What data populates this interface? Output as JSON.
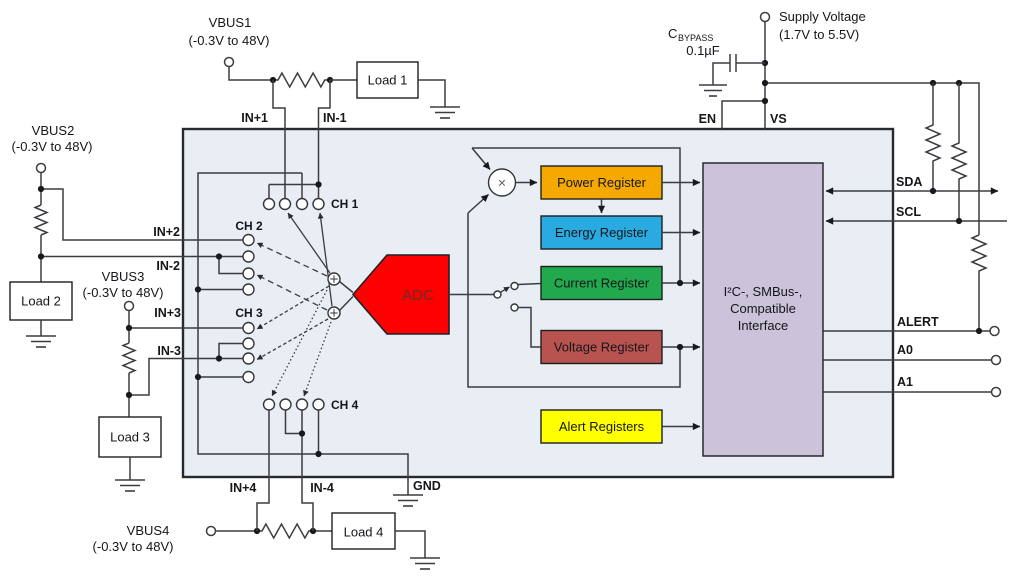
{
  "diagram": {
    "sources": {
      "vbus1": {
        "title": "VBUS1",
        "range": "(-0.3V to 48V)"
      },
      "vbus2": {
        "title": "VBUS2",
        "range": "(-0.3V to 48V)"
      },
      "vbus3": {
        "title": "VBUS3",
        "range": "(-0.3V to 48V)"
      },
      "vbus4": {
        "title": "VBUS4",
        "range": "(-0.3V to 48V)"
      },
      "supply": {
        "title": "Supply Voltage",
        "range": "(1.7V to 5.5V)"
      },
      "bypass_cap": {
        "symbol": "C",
        "subscript": "BYPASS",
        "value": "0.1µF"
      }
    },
    "loads": {
      "load1": "Load 1",
      "load2": "Load 2",
      "load3": "Load 3",
      "load4": "Load 4"
    },
    "pins": {
      "in_p1": "IN+1",
      "in_n1": "IN-1",
      "in_p2": "IN+2",
      "in_n2": "IN-2",
      "in_p3": "IN+3",
      "in_n3": "IN-3",
      "in_p4": "IN+4",
      "in_n4": "IN-4",
      "en": "EN",
      "vs": "VS",
      "gnd": "GND",
      "sda": "SDA",
      "scl": "SCL",
      "alert": "ALERT",
      "a0": "A0",
      "a1": "A1"
    },
    "channels": {
      "ch1": "CH 1",
      "ch2": "CH 2",
      "ch3": "CH 3",
      "ch4": "CH 4"
    },
    "core": {
      "adc": "ADC",
      "multiplier": "×"
    },
    "registers": {
      "power": "Power Register",
      "energy": "Energy Register",
      "current": "Current Register",
      "voltage": "Voltage Register",
      "alert": "Alert Registers"
    },
    "interface": {
      "line1": "I²C-, SMBus-,",
      "line2": "Compatible",
      "line3": "Interface"
    }
  },
  "colors": {
    "power_register": "#F5A800",
    "energy_register": "#29ABE2",
    "current_register": "#22A94D",
    "voltage_register": "#B9534F",
    "alert_register": "#FFFF00",
    "adc": "#FF0000",
    "interface_box": "#CCC2D9",
    "ic_body": "#E9EDF4"
  }
}
